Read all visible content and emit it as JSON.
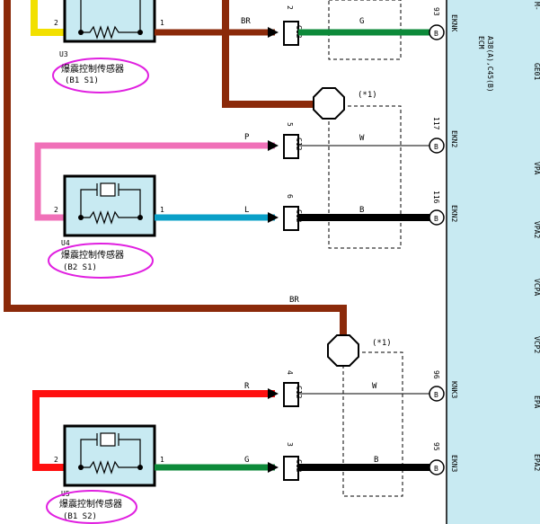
{
  "ecm": {
    "name": "ECM",
    "connectors": "A38(A),C45(B)",
    "panel_color": "#c8eaf2",
    "right_labels": [
      "GE01",
      "VPA",
      "VPA2",
      "VCPA",
      "VCP2",
      "EPA",
      "EPA2"
    ],
    "top_partial_label": "M-"
  },
  "wire_colors": {
    "BR": "#8b2a0a",
    "G": "#0d8a3a",
    "P": "#f070b8",
    "L": "#0aa0c8",
    "W": "#000000",
    "B": "#000000",
    "R": "#ff1010",
    "Y": "#f2e000"
  },
  "sensors": [
    {
      "id": "U3",
      "name": "爆震控制传感器",
      "sub": "(B1 S1)",
      "pin_left": "2",
      "pin_right": "1"
    },
    {
      "id": "U4",
      "name": "爆震控制传感器",
      "sub": "(B2 S1)",
      "pin_left": "2",
      "pin_right": "1"
    },
    {
      "id": "U5",
      "name": "爆震控制传感器",
      "sub": "(B1 S2)",
      "pin_left": "2",
      "pin_right": "1"
    }
  ],
  "connections": [
    {
      "wire_in": "BR",
      "conn_pin": "2",
      "conn_id": "C12",
      "wire_out": "G",
      "ecm_pin": "93",
      "ecm_pin_label": "B",
      "signal": "EKNK"
    },
    {
      "wire_in": "P",
      "conn_pin": "5",
      "conn_id": "C12",
      "wire_out": "W",
      "ecm_pin": "117",
      "ecm_pin_label": "B",
      "signal": "EKN2"
    },
    {
      "wire_in": "L",
      "conn_pin": "6",
      "conn_id": "C12",
      "wire_out": "B",
      "ecm_pin": "116",
      "ecm_pin_label": "B",
      "signal": "EKN2"
    },
    {
      "wire_in": "R",
      "conn_pin": "4",
      "conn_id": "C12",
      "wire_out": "W",
      "ecm_pin": "96",
      "ecm_pin_label": "B",
      "signal": "KNK3"
    },
    {
      "wire_in": "G",
      "conn_pin": "3",
      "conn_id": "C12",
      "wire_out": "B",
      "ecm_pin": "95",
      "ecm_pin_label": "B",
      "signal": "EKN3"
    }
  ],
  "shield": {
    "label": "(*1)",
    "wire": "BR"
  }
}
